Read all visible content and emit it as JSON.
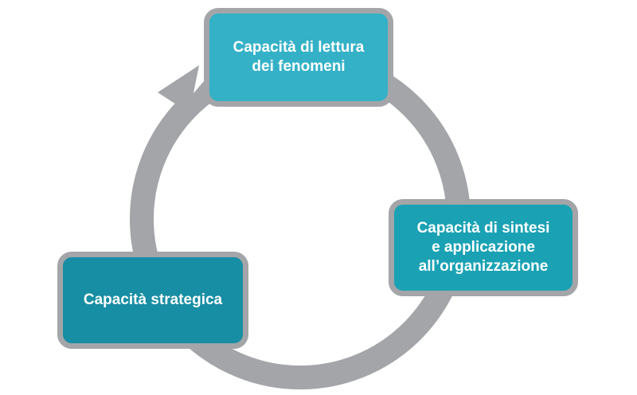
{
  "diagram": {
    "nodes": [
      {
        "id": "top",
        "label": "Capacità di lettura\ndei fenomeni",
        "color": "#34b1c7"
      },
      {
        "id": "right",
        "label": "Capacità di sintesi\ne applicazione\nall’organizzazione",
        "color": "#1aa2b4"
      },
      {
        "id": "left",
        "label": "Capacità strategica",
        "color": "#178ea3"
      }
    ],
    "cycle_color": "#a3a5a8",
    "flow": "clockwise"
  }
}
